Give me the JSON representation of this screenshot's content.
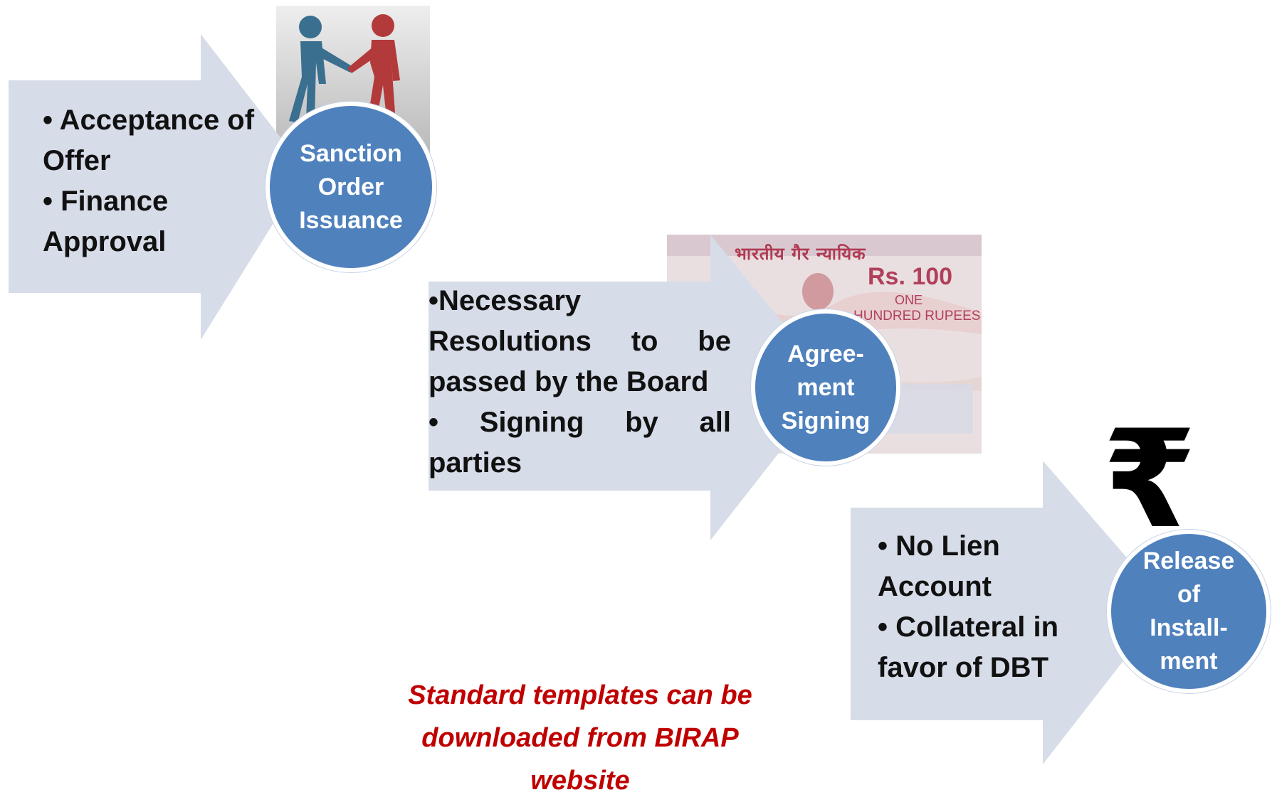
{
  "colors": {
    "arrow_fill": "#d6dce8",
    "circle_fill": "#4f81bd",
    "circle_text": "#ffffff",
    "note_text": "#c00000",
    "bullet_text": "#111111"
  },
  "steps": [
    {
      "label": "Sanction\nOrder\nIssuance",
      "icon": "handshake-illustration-icon",
      "bullets": [
        "• Acceptance of Offer",
        "• Finance Approval"
      ]
    },
    {
      "label": "Agree-\nment\nSigning",
      "icon": "stamp-paper-illustration-icon",
      "stamp": {
        "hindi_heading": "भारतीय गैर न्यायिक",
        "amount": "Rs. 100",
        "line1": "ONE",
        "line2": "HUNDRED RUPEES"
      },
      "bullets": [
        "•Necessary Resolutions to be passed by the Board",
        "• Signing by all parties"
      ]
    },
    {
      "label": "Release\nof\nInstall-\nment",
      "icon": "rupee-symbol-icon",
      "symbol": "₹",
      "bullets": [
        "• No Lien Account",
        "• Collateral in favor of DBT"
      ]
    }
  ],
  "note": "Standard templates can be downloaded from BIRAP website"
}
